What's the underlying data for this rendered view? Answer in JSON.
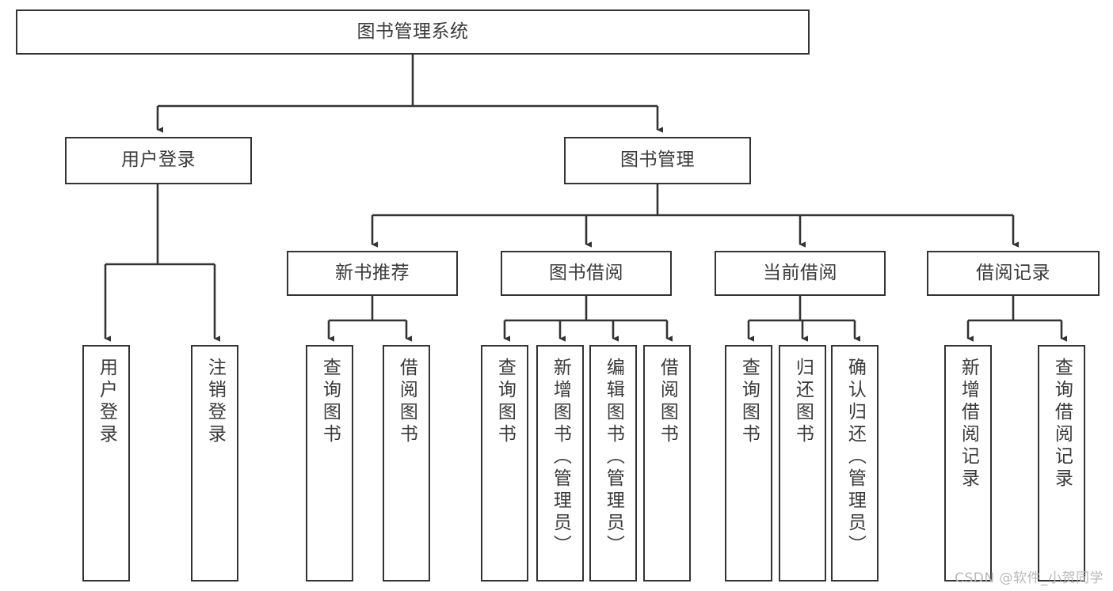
{
  "diagram": {
    "title": "图书管理系统",
    "type": "tree-hierarchy-diagram",
    "stroke_color": "#333333",
    "text_color": "#3a3a3a",
    "background_color": "#ffffff",
    "root": {
      "id": "root",
      "label": "图书管理系统"
    },
    "level2": [
      {
        "id": "user-login",
        "label": "用户登录"
      },
      {
        "id": "book-management",
        "label": "图书管理"
      }
    ],
    "level3": [
      {
        "id": "new-book-recommend",
        "label": "新书推荐",
        "parent": "book-management"
      },
      {
        "id": "book-borrow",
        "label": "图书借阅",
        "parent": "book-management"
      },
      {
        "id": "current-borrow",
        "label": "当前借阅",
        "parent": "book-management"
      },
      {
        "id": "borrow-record",
        "label": "借阅记录",
        "parent": "book-management"
      }
    ],
    "leaves": {
      "user-login": [
        {
          "id": "leaf-user-login",
          "label": "用户登录"
        },
        {
          "id": "leaf-logout",
          "label": "注销登录"
        }
      ],
      "new-book-recommend": [
        {
          "id": "leaf-query-book-1",
          "label": "查询图书"
        },
        {
          "id": "leaf-borrow-book-1",
          "label": "借阅图书"
        }
      ],
      "book-borrow": [
        {
          "id": "leaf-query-book-2",
          "label": "查询图书"
        },
        {
          "id": "leaf-add-book",
          "label": "新增图书（管理员）"
        },
        {
          "id": "leaf-edit-book",
          "label": "编辑图书（管理员）"
        },
        {
          "id": "leaf-borrow-book-2",
          "label": "借阅图书"
        }
      ],
      "current-borrow": [
        {
          "id": "leaf-query-book-3",
          "label": "查询图书"
        },
        {
          "id": "leaf-return-book",
          "label": "归还图书"
        },
        {
          "id": "leaf-confirm-return",
          "label": "确认归还（管理员）"
        }
      ],
      "borrow-record": [
        {
          "id": "leaf-add-record",
          "label": "新增借阅记录"
        },
        {
          "id": "leaf-query-record",
          "label": "查询借阅记录"
        }
      ]
    }
  },
  "watermark": {
    "text": "CSDN @软件_小贺同学"
  }
}
